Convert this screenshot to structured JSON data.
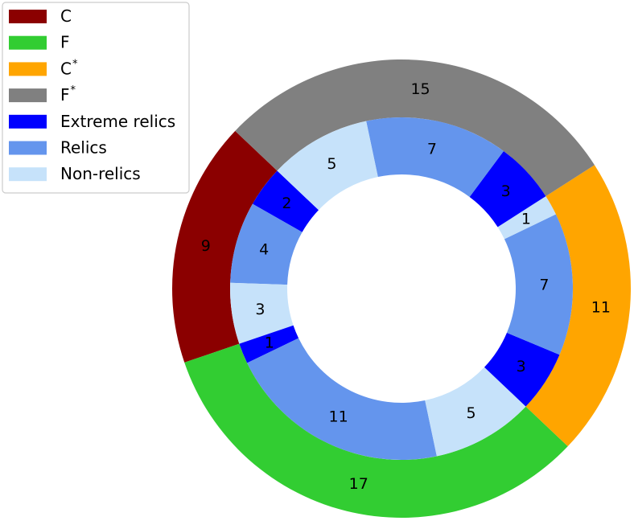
{
  "chart_data": {
    "type": "pie",
    "subtype": "nested-donut",
    "legend": {
      "placement": "top-left",
      "entries": [
        {
          "label": "C",
          "sup": "",
          "color": "#8b0000"
        },
        {
          "label": "F",
          "sup": "",
          "color": "#32cd32"
        },
        {
          "label": "C",
          "sup": "*",
          "color": "#ffa500"
        },
        {
          "label": "F",
          "sup": "*",
          "color": "#808080"
        },
        {
          "label": "Extreme relics",
          "sup": "",
          "color": "#0000ff"
        },
        {
          "label": "Relics",
          "sup": "",
          "color": "#6495ed"
        },
        {
          "label": "Non-relics",
          "sup": "",
          "color": "#c6e2fa"
        }
      ]
    },
    "outer_ring": [
      {
        "category": "C",
        "value": 9,
        "color": "#8b0000"
      },
      {
        "category": "F",
        "value": 17,
        "color": "#32cd32"
      },
      {
        "category": "C*",
        "value": 11,
        "color": "#ffa500"
      },
      {
        "category": "F*",
        "value": 15,
        "color": "#808080"
      }
    ],
    "inner_ring": [
      {
        "parent": "C",
        "category": "Extreme relics",
        "value": 2,
        "color": "#0000ff"
      },
      {
        "parent": "C",
        "category": "Relics",
        "value": 4,
        "color": "#6495ed"
      },
      {
        "parent": "C",
        "category": "Non-relics",
        "value": 3,
        "color": "#c6e2fa"
      },
      {
        "parent": "F",
        "category": "Extreme relics",
        "value": 1,
        "color": "#0000ff"
      },
      {
        "parent": "F",
        "category": "Relics",
        "value": 11,
        "color": "#6495ed"
      },
      {
        "parent": "F",
        "category": "Non-relics",
        "value": 5,
        "color": "#c6e2fa"
      },
      {
        "parent": "C*",
        "category": "Extreme relics",
        "value": 3,
        "color": "#0000ff"
      },
      {
        "parent": "C*",
        "category": "Relics",
        "value": 7,
        "color": "#6495ed"
      },
      {
        "parent": "C*",
        "category": "Non-relics",
        "value": 1,
        "color": "#c6e2fa"
      },
      {
        "parent": "F*",
        "category": "Extreme relics",
        "value": 3,
        "color": "#0000ff"
      },
      {
        "parent": "F*",
        "category": "Relics",
        "value": 7,
        "color": "#6495ed"
      },
      {
        "parent": "F*",
        "category": "Non-relics",
        "value": 5,
        "color": "#c6e2fa"
      }
    ]
  }
}
